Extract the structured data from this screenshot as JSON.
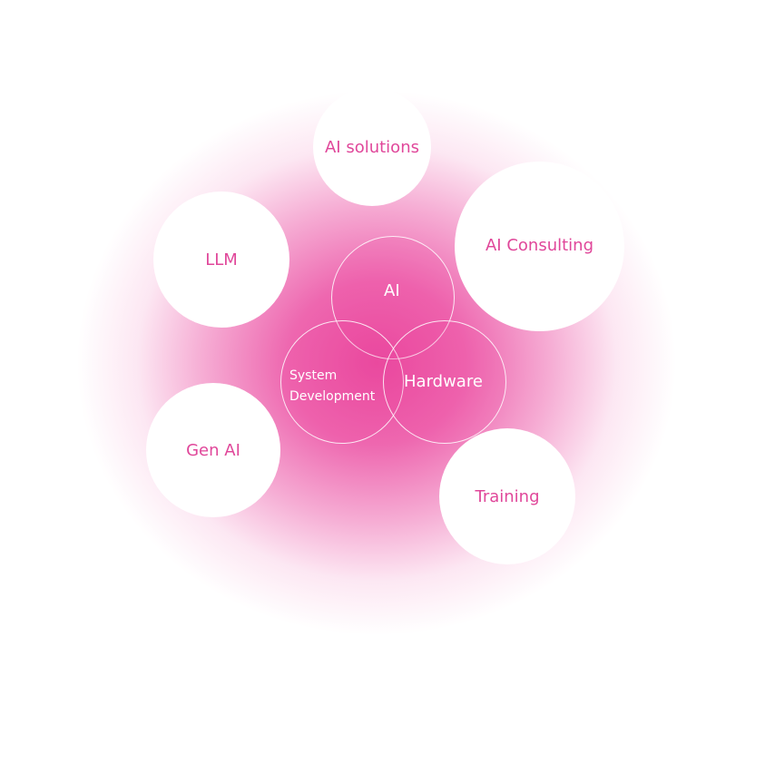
{
  "outer_topics": [
    {
      "id": "ai-solutions",
      "label": "AI solutions"
    },
    {
      "id": "llm",
      "label": "LLM"
    },
    {
      "id": "ai-consulting",
      "label": "AI Consulting"
    },
    {
      "id": "gen-ai",
      "label": "Gen AI"
    },
    {
      "id": "training",
      "label": "Training"
    }
  ],
  "core_topics": [
    {
      "id": "ai",
      "label": "AI"
    },
    {
      "id": "system-development",
      "label_line1": "System",
      "label_line2": "Development"
    },
    {
      "id": "hardware",
      "label": "Hardware"
    }
  ],
  "colors": {
    "accent": "#e0479a",
    "glow": "#e83a96",
    "bubble": "#ffffff"
  }
}
